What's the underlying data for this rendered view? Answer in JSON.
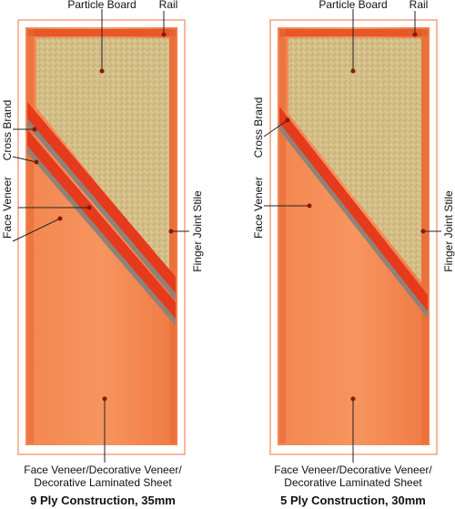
{
  "left_panel": {
    "labels": {
      "particle_board": "Particle Board",
      "rail": "Rail",
      "cross_brand": "Cross Brand",
      "face_veneer": "Face Veneer",
      "finger_joint_stile": "Finger Joint Stile",
      "bottom_line1": "Face Veneer/Decorative Veneer/",
      "bottom_line2": "Decorative Laminated Sheet"
    },
    "caption": "9 Ply Construction, 35mm"
  },
  "right_panel": {
    "labels": {
      "particle_board": "Particle Board",
      "rail": "Rail",
      "cross_brand": "Cross Brand",
      "face_veneer": "Face Veneer",
      "finger_joint_stile": "Finger Joint Stile",
      "bottom_line1": "Face Veneer/Decorative Veneer/",
      "bottom_line2": "Decorative Laminated Sheet"
    },
    "caption": "5 Ply Construction, 30mm"
  },
  "colors": {
    "veneer": "#f2763f",
    "veneer_light": "#f7a070",
    "particle_board": "#d3bc84",
    "cross_band": "#e83a1c",
    "cross_band_shadow": "#9a8a80",
    "frame_outline": "#f4a080"
  }
}
